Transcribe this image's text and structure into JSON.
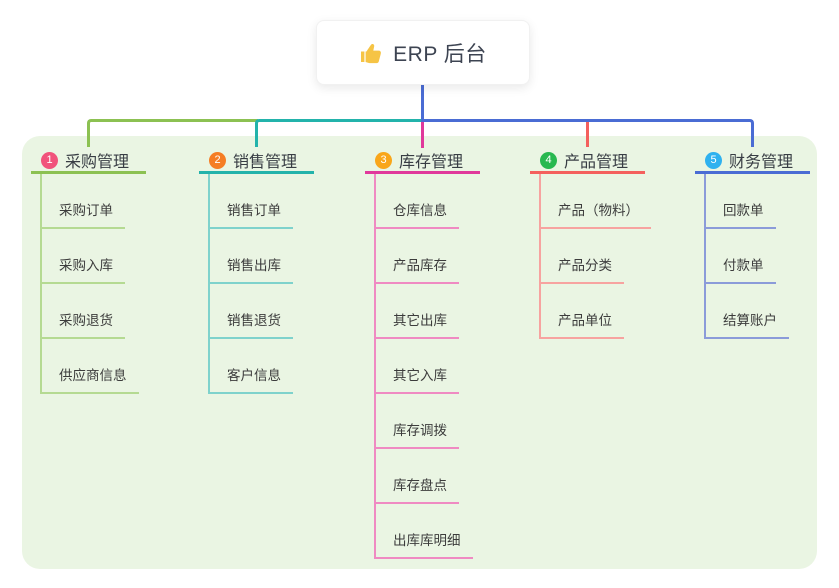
{
  "root": {
    "label": "ERP 后台",
    "icon": "thumbs-up"
  },
  "branches": [
    {
      "number": "1",
      "title": "采购管理",
      "color": "#8cc152",
      "light_color": "#b5da92",
      "badge_color": "#f1537b",
      "children": [
        "采购订单",
        "采购入库",
        "采购退货",
        "供应商信息"
      ]
    },
    {
      "number": "2",
      "title": "销售管理",
      "color": "#23b3ab",
      "light_color": "#7fd2cc",
      "badge_color": "#f57d24",
      "children": [
        "销售订单",
        "销售出库",
        "销售退货",
        "客户信息"
      ]
    },
    {
      "number": "3",
      "title": "库存管理",
      "color": "#e0399b",
      "light_color": "#ef8ac2",
      "badge_color": "#f9a61a",
      "children": [
        "仓库信息",
        "产品库存",
        "其它出库",
        "其它入库",
        "库存调拨",
        "库存盘点",
        "出库库明细"
      ]
    },
    {
      "number": "4",
      "title": "产品管理",
      "color": "#f4605d",
      "light_color": "#f7a3a0",
      "badge_color": "#28b850",
      "children": [
        "产品（物料）",
        "产品分类",
        "产品单位"
      ]
    },
    {
      "number": "5",
      "title": "财务管理",
      "color": "#4a6cd4",
      "light_color": "#8b9bd9",
      "badge_color": "#2fb1ef",
      "children": [
        "回款单",
        "付款单",
        "结算账户"
      ]
    }
  ],
  "colors": {
    "panel_background": "#eaf5e3",
    "root_connector": "#4a6cd4",
    "icon_yellow": "#f6c445"
  }
}
